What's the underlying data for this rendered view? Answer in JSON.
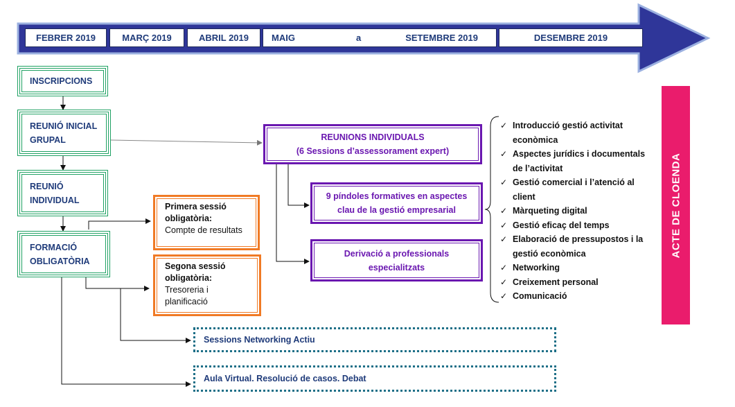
{
  "timeline": {
    "months": [
      "FEBRER 2019",
      "MARÇ 2019",
      "ABRIL 2019",
      "MAIG",
      "a",
      "SETEMBRE 2019",
      "DESEMBRE 2019"
    ]
  },
  "steps": {
    "inscriptions": "INSCRIPCIONS",
    "group_meeting": [
      "REUNIÓ INICIAL",
      "GRUPAL"
    ],
    "individual_meeting": [
      "REUNIÓ",
      "INDIVIDUAL"
    ],
    "training": [
      "FORMACIÓ",
      "OBLIGATÒRIA"
    ]
  },
  "sessions": {
    "first": {
      "title": "Primera sessió obligatòria:",
      "detail": "Compte de resultats"
    },
    "second": {
      "title": "Segona sessió obligatòria:",
      "detail": "Tresoreria i planificació"
    }
  },
  "individual": {
    "title": "REUNIONS INDIVIDUALS",
    "subtitle": "(6 Sessions d’assessorament expert)",
    "pills": [
      "9 píndoles formatives en aspectes",
      "clau de la gestió empresarial"
    ],
    "referral": [
      "Derivació a professionals",
      "especialitzats"
    ]
  },
  "topics": [
    "Introducció gestió activitat econòmica",
    "Aspectes jurídics i documentals de l’activitat",
    "Gestió comercial i l’atenció al client",
    "Màrqueting digital",
    "Gestió eficaç del temps",
    "Elaboració de pressupostos i la gestió econòmica",
    "Networking",
    "Creixement personal",
    "Comunicació"
  ],
  "check_glyph": "✓",
  "networking": "Sessions Networking Actiu",
  "virtual": "Aula Virtual. Resolució de casos. Debat",
  "closing": "ACTE DE CLOENDA",
  "colors": {
    "arrow": "#2f3699",
    "green": "#1fa163",
    "orange": "#f07a25",
    "purple": "#6a17b0",
    "teal": "#1d6f87",
    "pink": "#ea1c6c"
  }
}
